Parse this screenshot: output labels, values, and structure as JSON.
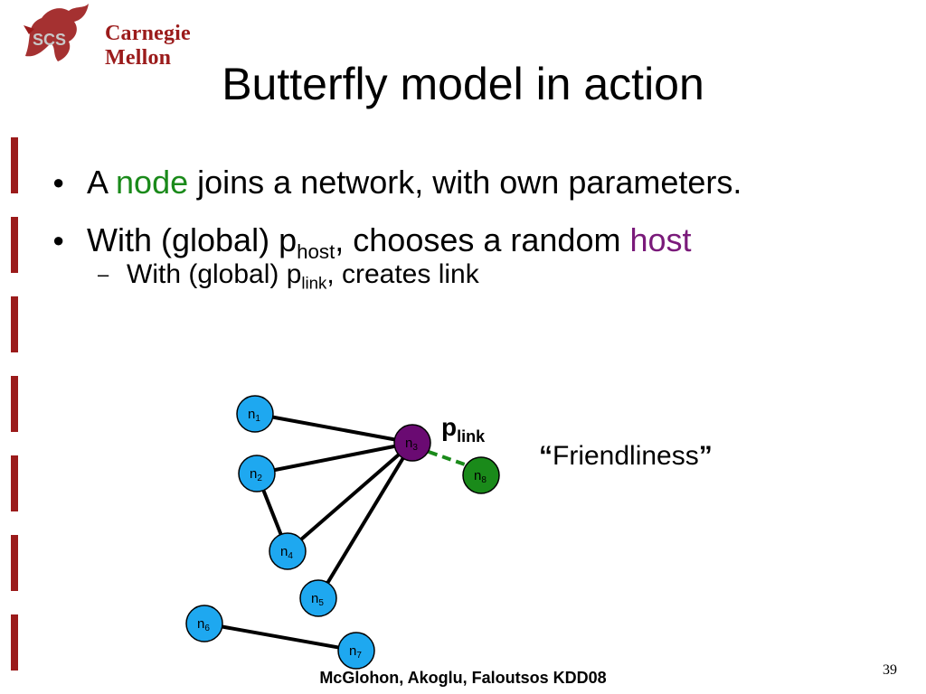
{
  "header": {
    "logo_text": "Carnegie Mellon",
    "logo_badge": "SCS"
  },
  "slide": {
    "title": "Butterfly model in action",
    "bullet1": {
      "pre": "A ",
      "highlight": "node",
      "post": " joins a network, with own parameters."
    },
    "bullet2": {
      "pre": "With (global) p",
      "sub": "host",
      "mid": ", chooses a random ",
      "highlight": "host"
    },
    "sub_bullet": {
      "pre": "With (global) p",
      "sub": "link",
      "post": ", creates link"
    },
    "friendliness_open": "“",
    "friendliness_text": "Friendliness",
    "friendliness_close": "”"
  },
  "diagram": {
    "plink_main": "p",
    "plink_sub": "link",
    "nodes": [
      {
        "id": "n1",
        "base": "n",
        "sub": "1",
        "color": "#1ea8f0"
      },
      {
        "id": "n2",
        "base": "n",
        "sub": "2",
        "color": "#1ea8f0"
      },
      {
        "id": "n3",
        "base": "n",
        "sub": "3",
        "color": "#6a0a72"
      },
      {
        "id": "n4",
        "base": "n",
        "sub": "4",
        "color": "#1ea8f0"
      },
      {
        "id": "n5",
        "base": "n",
        "sub": "5",
        "color": "#1ea8f0"
      },
      {
        "id": "n6",
        "base": "n",
        "sub": "6",
        "color": "#1ea8f0"
      },
      {
        "id": "n7",
        "base": "n",
        "sub": "7",
        "color": "#1ea8f0"
      },
      {
        "id": "n8",
        "base": "n",
        "sub": "8",
        "color": "#1a8a1a"
      }
    ],
    "edges": [
      [
        "n1",
        "n3"
      ],
      [
        "n2",
        "n3"
      ],
      [
        "n2",
        "n4"
      ],
      [
        "n4",
        "n3"
      ],
      [
        "n5",
        "n3"
      ],
      [
        "n6",
        "n7"
      ]
    ],
    "dashed_edge": [
      "n3",
      "n8"
    ]
  },
  "footer": {
    "authors": "McGlohon, Akoglu, Faloutsos KDD08",
    "page": "39"
  },
  "colors": {
    "accent_red": "#9b1b1b",
    "green": "#1a8a1a",
    "purple": "#7a1a7a",
    "node_blue": "#1ea8f0"
  }
}
